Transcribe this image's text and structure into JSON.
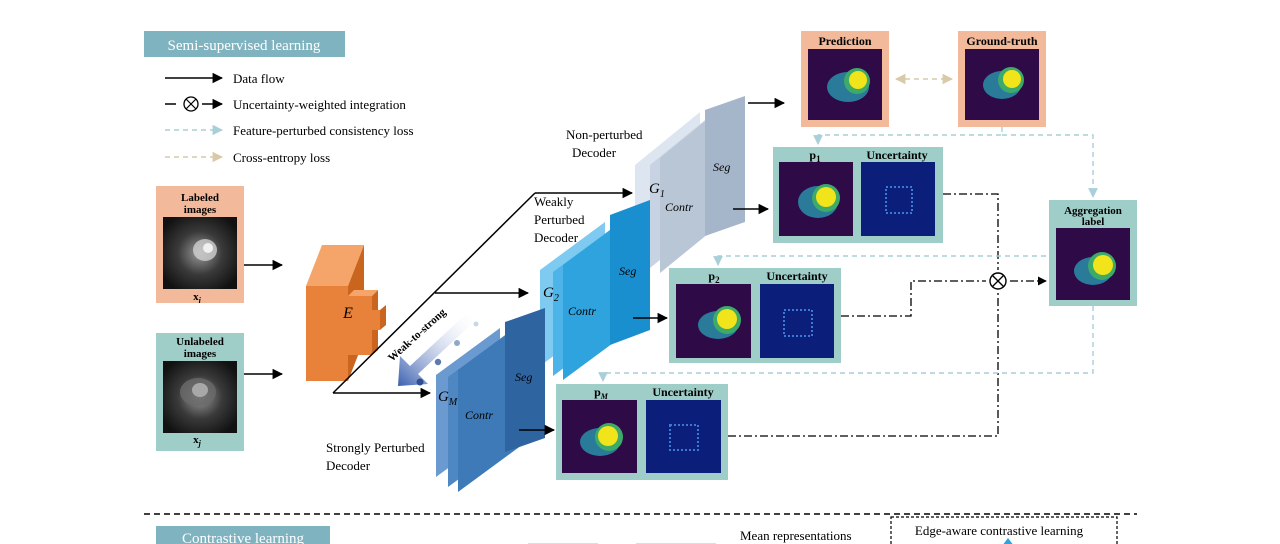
{
  "sections": {
    "semi_supervised": "Semi-supervised learning",
    "contrastive": "Contrastive learning"
  },
  "legend": {
    "data_flow": "Data flow",
    "uncertainty_integration": "Uncertainty-weighted integration",
    "feature_consistency": "Feature-perturbed consistency loss",
    "cross_entropy": "Cross-entropy loss",
    "integration_symbol": "⊗"
  },
  "inputs": {
    "labeled_title": "Labeled images",
    "labeled_sub": "x",
    "labeled_index": "i",
    "unlabeled_title": "Unlabeled images",
    "unlabeled_sub": "x",
    "unlabeled_index": "j"
  },
  "encoder": {
    "label": "E"
  },
  "decoders": {
    "non_perturbed": [
      "Non-perturbed",
      "Decoder"
    ],
    "weakly": [
      "Weakly",
      "Perturbed",
      "Decoder"
    ],
    "strongly": [
      "Strongly Perturbed",
      "Decoder"
    ],
    "weak_to_strong": "Weak-to-strong",
    "g1": "G",
    "g1_sub": "1",
    "g2": "G",
    "g2_sub": "2",
    "gm": "G",
    "gm_sub": "M",
    "contr": "Contr",
    "seg": "Seg"
  },
  "outputs": {
    "prediction": "Prediction",
    "ground_truth": "Ground-truth",
    "p1": "p",
    "p1_sub": "1",
    "p2": "p",
    "p2_sub": "2",
    "pm": "p",
    "pm_sub": "M",
    "uncertainty": "Uncertainty",
    "aggregation": [
      "Aggregation",
      "label"
    ]
  },
  "bottom": {
    "mean_representations": "Mean representations",
    "edge_aware": "Edge-aware contrastive learning"
  },
  "colors": {
    "section_tag": "#7fb3c0",
    "labeled_box": "#f2b99a",
    "unlabeled_box": "#9fcdc8",
    "encoder": "#e8823a",
    "g1": "#b8c6d6",
    "g2": "#2fa3de",
    "gm": "#3f7ab8",
    "seg_bg": "#2e0a47",
    "uncertainty_bg": "#0b1f7a",
    "cross_entropy_line": "#d9c9a8",
    "consistency_line": "#a9cfd8"
  }
}
